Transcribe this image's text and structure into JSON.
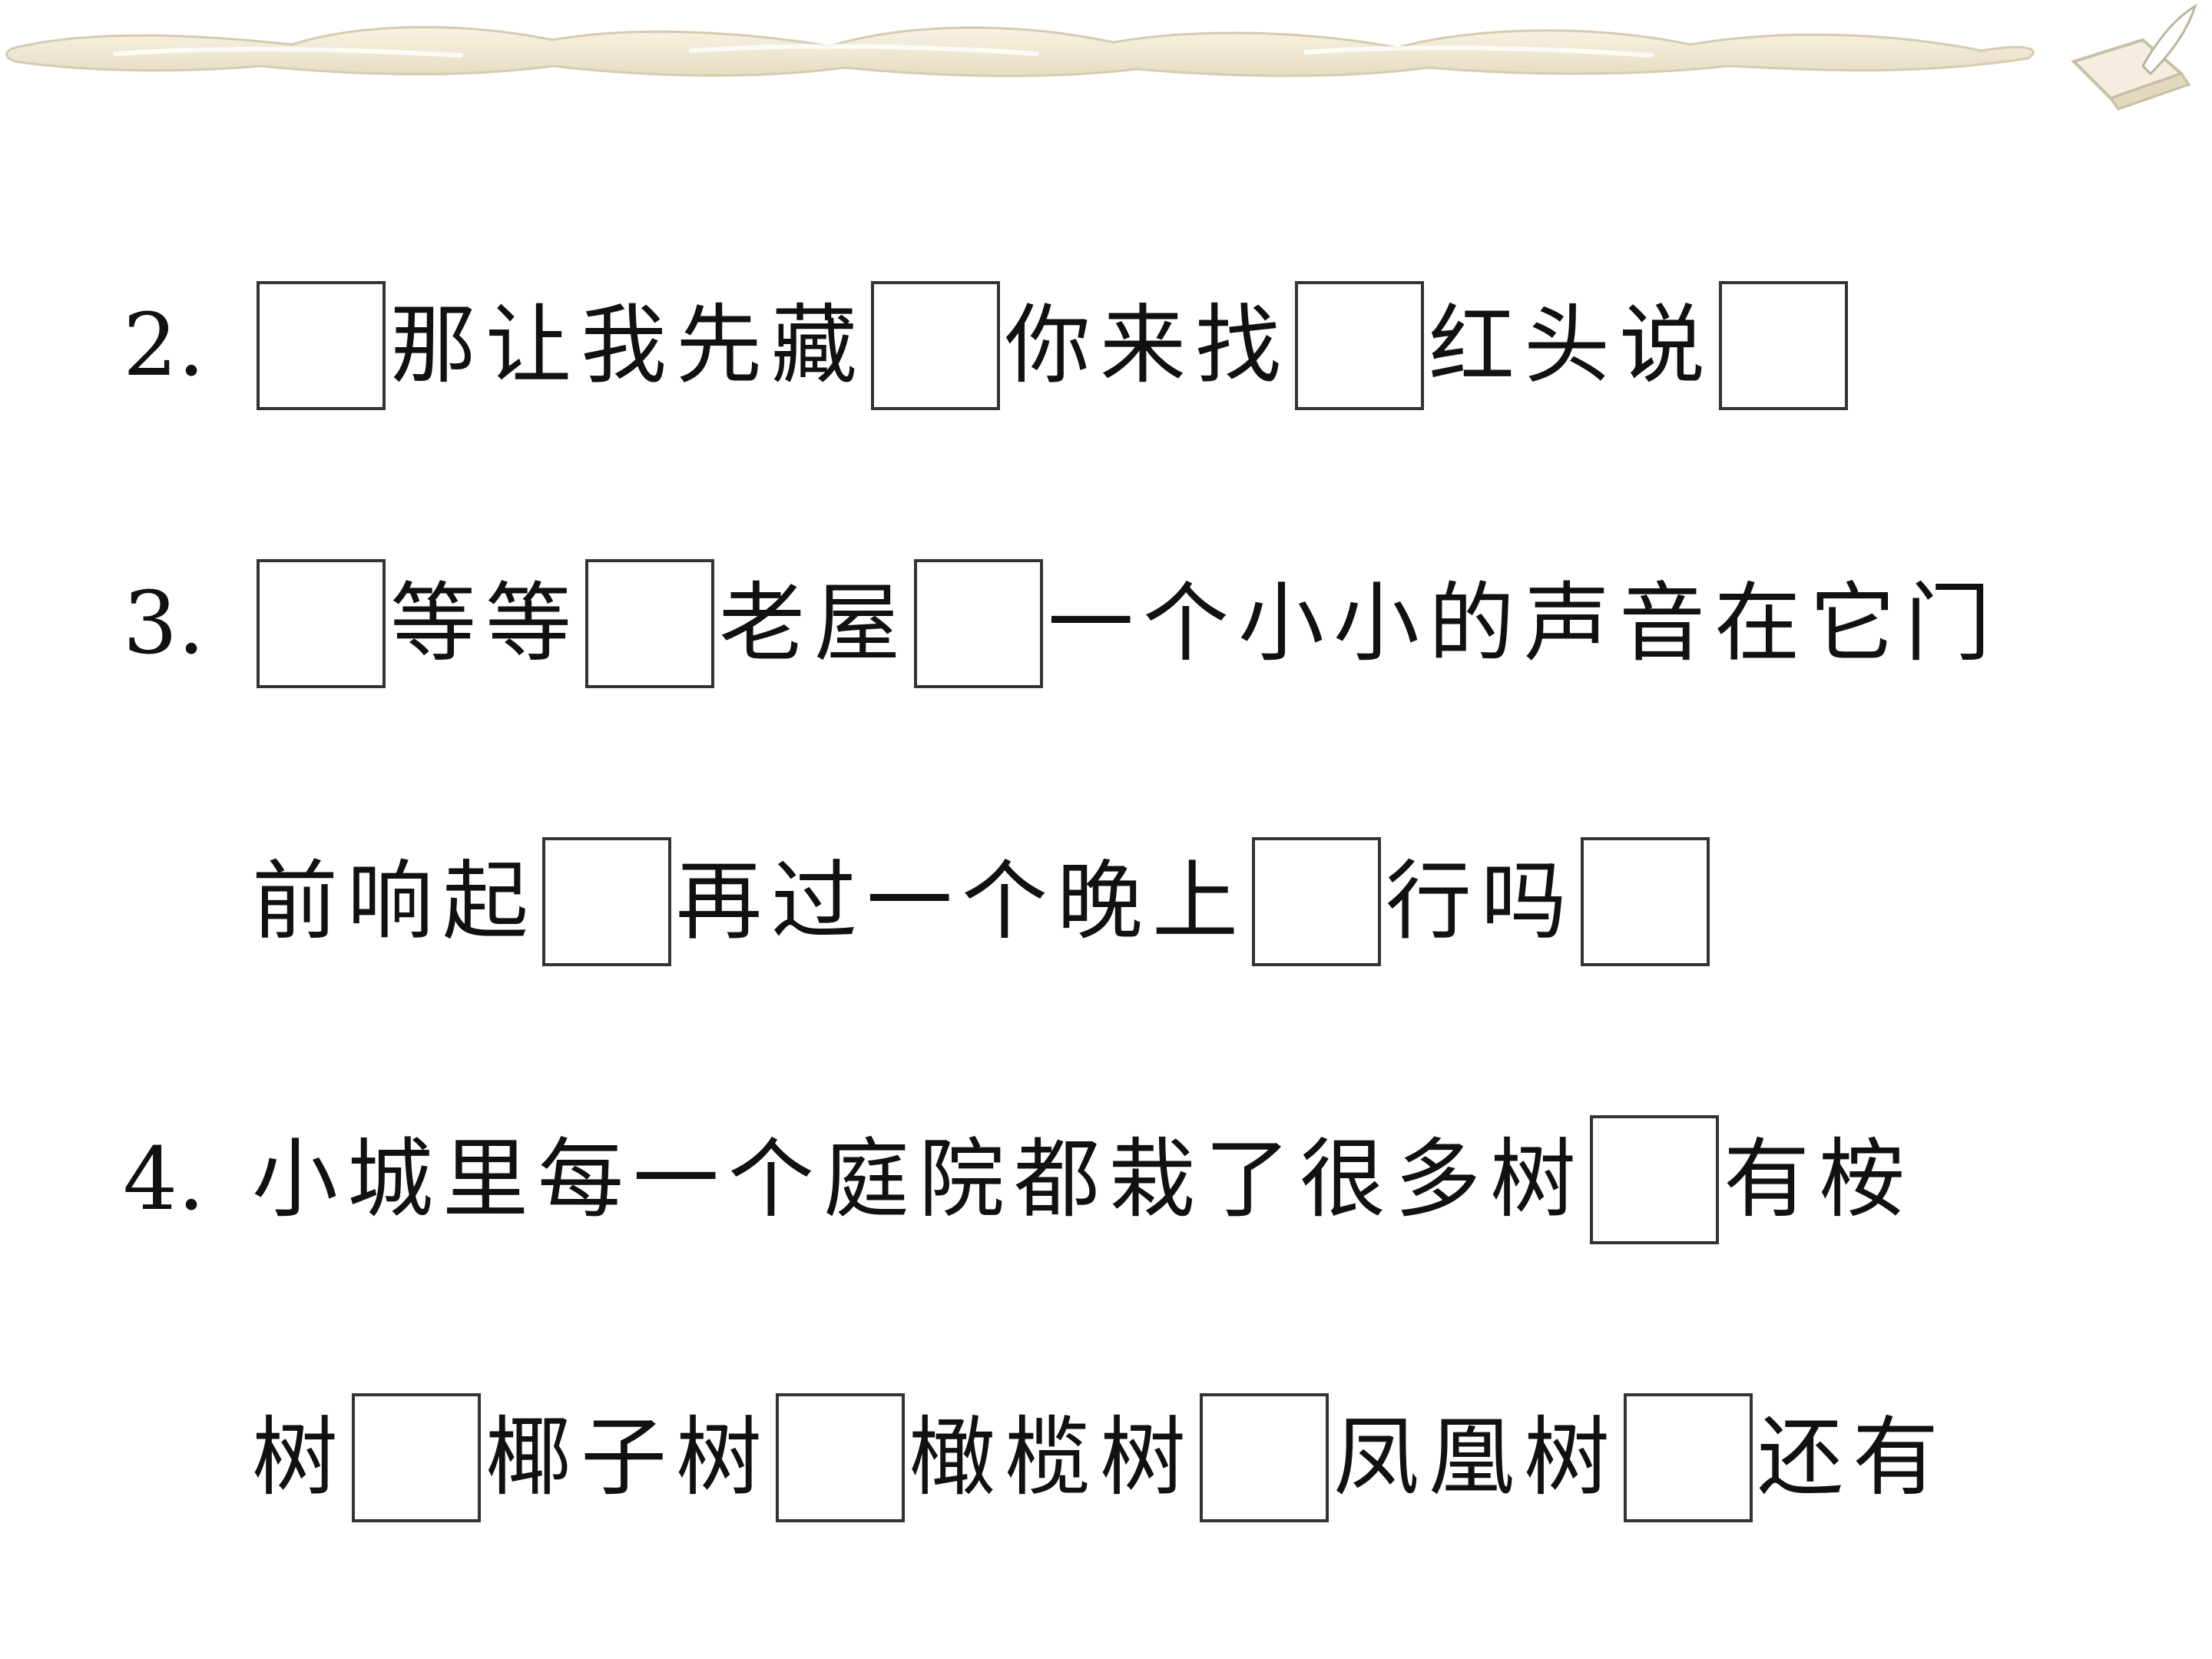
{
  "worksheet": {
    "q2": {
      "number": "2.",
      "seg1": "那让我先藏",
      "seg2": "你来找",
      "seg3": "红头说"
    },
    "q3": {
      "number": "3.",
      "seg1": "等等",
      "seg2": "老屋",
      "seg3": "一个小小的声音在它门",
      "seg4": "前响起",
      "seg5": "再过一个晚上",
      "seg6": "行吗"
    },
    "q4": {
      "number": "4.",
      "seg1": "小城里每一个庭院都栽了很多树",
      "seg2": "有桉",
      "seg3": "树",
      "seg4": "椰子树",
      "seg5": "橄榄树",
      "seg6": "凤凰树",
      "seg7": "还有"
    }
  }
}
